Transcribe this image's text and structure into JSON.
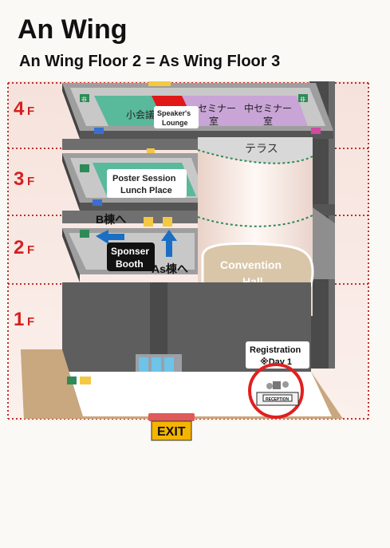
{
  "page": {
    "title": "An Wing",
    "subtitle": "An Wing Floor 2 = As Wing Floor 3"
  },
  "floors": {
    "f4": {
      "num": "4",
      "suffix": "F"
    },
    "f3": {
      "num": "3",
      "suffix": "F"
    },
    "f2": {
      "num": "2",
      "suffix": "F"
    },
    "f1": {
      "num": "1",
      "suffix": "F"
    }
  },
  "rooms": {
    "small_meeting": "小会議",
    "speakers_lounge_line1": "Speaker's",
    "speakers_lounge_line2": "Lounge",
    "small_seminar_line1": "セミナー",
    "small_seminar_line2": "室",
    "mid_seminar_line1": "中セミナー",
    "mid_seminar_line2": "室",
    "terrace": "テラス",
    "poster_line1": "Poster Session",
    "poster_line2": "Lunch Place",
    "convention_line1": "Convention",
    "convention_line2": "Hall",
    "sponser_line1": "Sponser",
    "sponser_line2": "Booth",
    "registration_line1": "Registration",
    "registration_line2": "※Day 1",
    "reception_sign": "RECEPTION"
  },
  "directions": {
    "to_b_wing": "B棟へ",
    "to_as_wing": "As棟へ"
  },
  "exit_sign": "EXIT",
  "sign_icons": {
    "emergency": "非"
  },
  "colors": {
    "floor_label": "#d42020",
    "grid_dots": "#c0302a",
    "room_green": "#59b99b",
    "room_purple": "#c9a4d6",
    "lounge_red": "#e01818",
    "convention_fill": "#d9c6a8",
    "registration_circle": "#e02020",
    "arrow_blue": "#1a6fc4",
    "exit_yellow": "#f4b400"
  }
}
